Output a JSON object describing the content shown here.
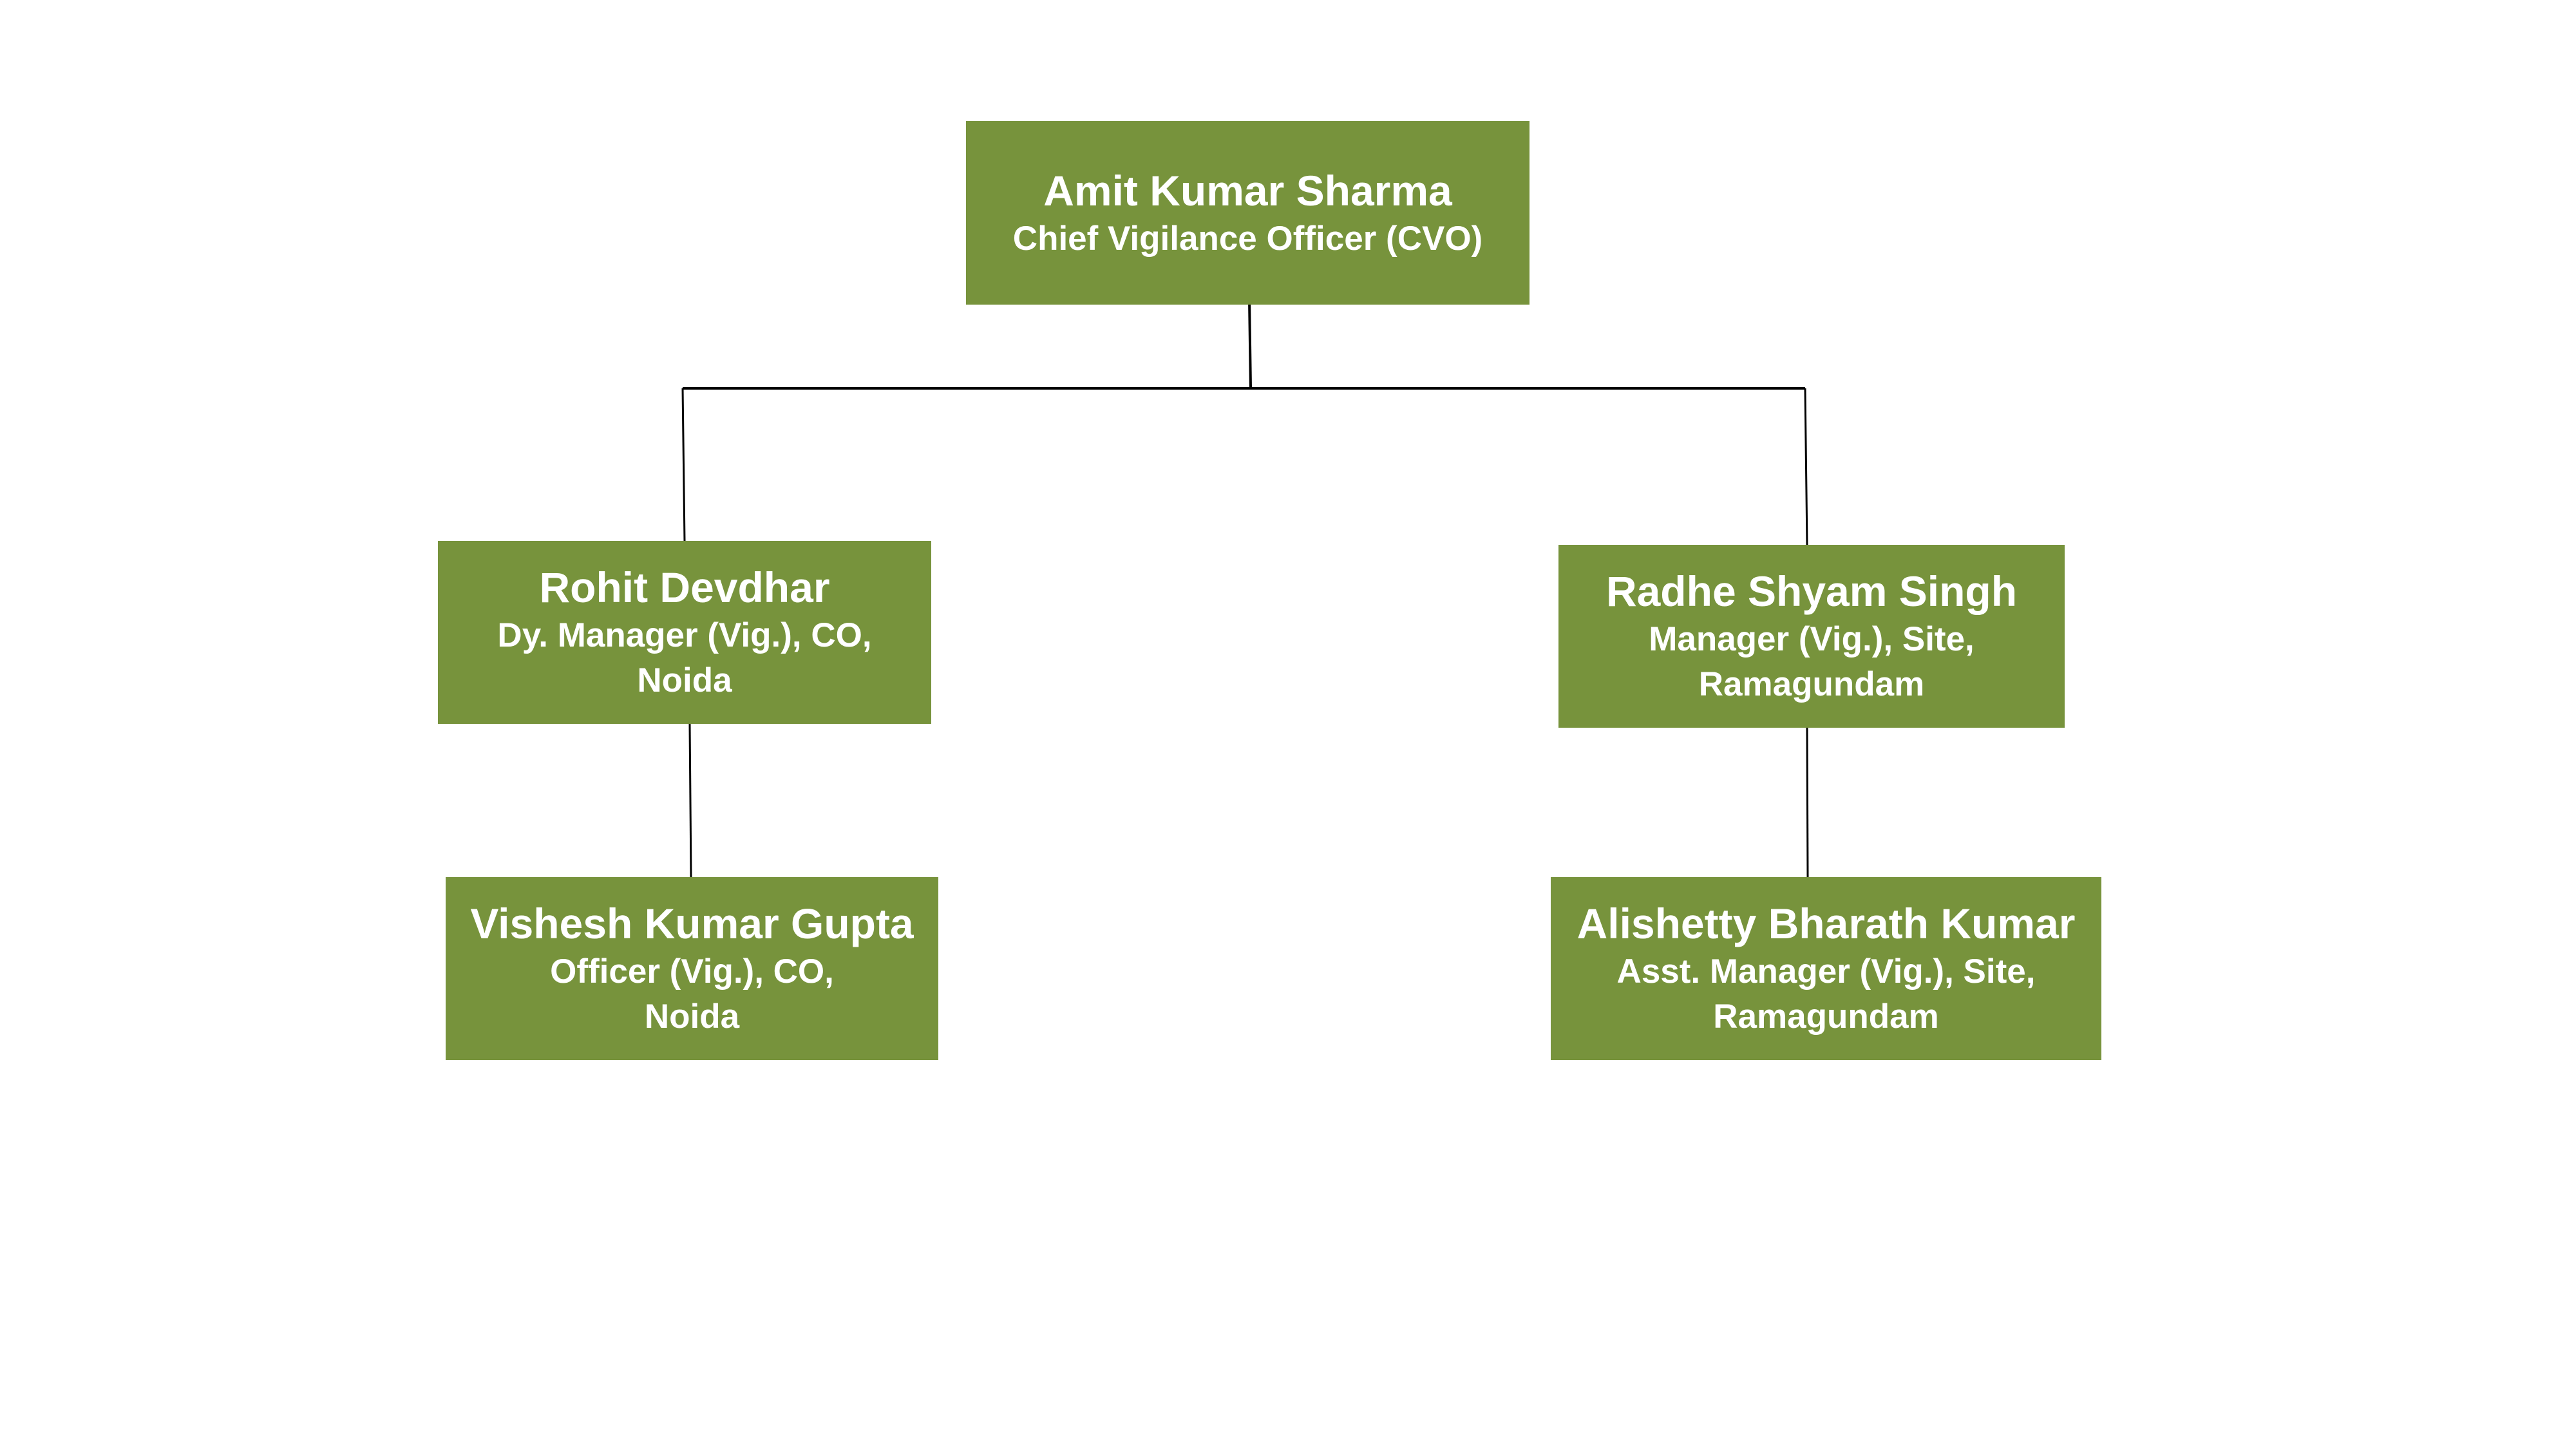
{
  "org_chart": {
    "nodes": {
      "cvo": {
        "name": "Amit Kumar Sharma",
        "role_lines": [
          "Chief Vigilance Officer (CVO)"
        ]
      },
      "rohit": {
        "name": "Rohit Devdhar",
        "role_lines": [
          "Dy. Manager (Vig.), CO,",
          "Noida"
        ]
      },
      "radhe": {
        "name": "Radhe Shyam Singh",
        "role_lines": [
          "Manager (Vig.), Site,",
          "Ramagundam"
        ]
      },
      "vishesh": {
        "name": "Vishesh Kumar Gupta",
        "role_lines": [
          "Officer (Vig.), CO,",
          "Noida"
        ]
      },
      "alishetty": {
        "name": "Alishetty Bharath Kumar",
        "role_lines": [
          "Asst. Manager (Vig.), Site,",
          "Ramagundam"
        ]
      }
    },
    "colors": {
      "box_fill": "#77933c",
      "text": "#ffffff",
      "connector": "#000000"
    }
  }
}
